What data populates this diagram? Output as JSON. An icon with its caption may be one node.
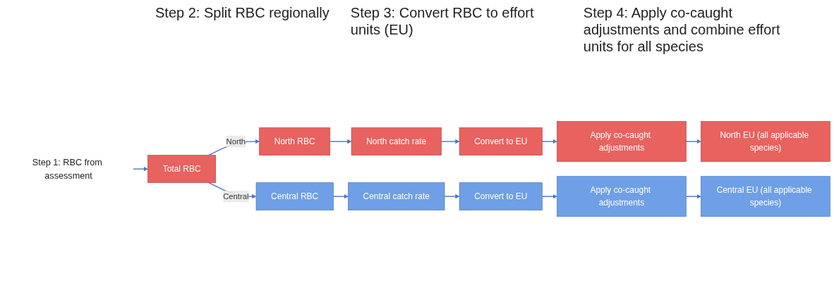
{
  "diagram": {
    "nodes": [
      {
        "text": [
          "Step 1: RBC from assessment"
        ]
      },
      {
        "text": [
          "Total RBC"
        ]
      },
      {
        "text": [
          "North RBC"
        ]
      },
      {
        "text": [
          "North catch rate"
        ]
      },
      {
        "text": [
          "Convert to EU"
        ]
      },
      {
        "text": [
          "Apply co-caught adjustments"
        ]
      },
      {
        "text": [
          "North EU (all applicable species)"
        ]
      },
      {
        "text": [
          "Central RBC"
        ]
      },
      {
        "text": [
          "Central catch rate"
        ]
      },
      {
        "text": [
          "Convert to EU"
        ]
      },
      {
        "text": [
          "Apply co-caught adjustments"
        ]
      },
      {
        "text": [
          "Central EU (all applicable species)"
        ]
      }
    ],
    "edges": [
      {
        "from": 0,
        "to": 1,
        "arrow": "to"
      },
      {
        "from": 1,
        "to": 2,
        "arrow": "to",
        "label": "North"
      },
      {
        "from": 1,
        "to": 7,
        "arrow": "to",
        "label": "Central"
      },
      {
        "from": 2,
        "to": 3,
        "arrow": "to"
      },
      {
        "from": 3,
        "to": 4,
        "arrow": "to"
      },
      {
        "from": 4,
        "to": 5,
        "arrow": "to"
      },
      {
        "from": 5,
        "to": 6,
        "arrow": "to"
      },
      {
        "from": 7,
        "to": 8,
        "arrow": "to"
      },
      {
        "from": 8,
        "to": 9,
        "arrow": "to"
      },
      {
        "from": 9,
        "to": 10,
        "arrow": "to"
      },
      {
        "from": 10,
        "to": 11,
        "arrow": "to"
      }
    ],
    "labels": [
      "Step 2: Split RBC regionally",
      "Step 3: Convert RBC to effort units (EU)",
      "Step 4: Apply co-caught adjustments and combine effort units for all species"
    ]
  }
}
